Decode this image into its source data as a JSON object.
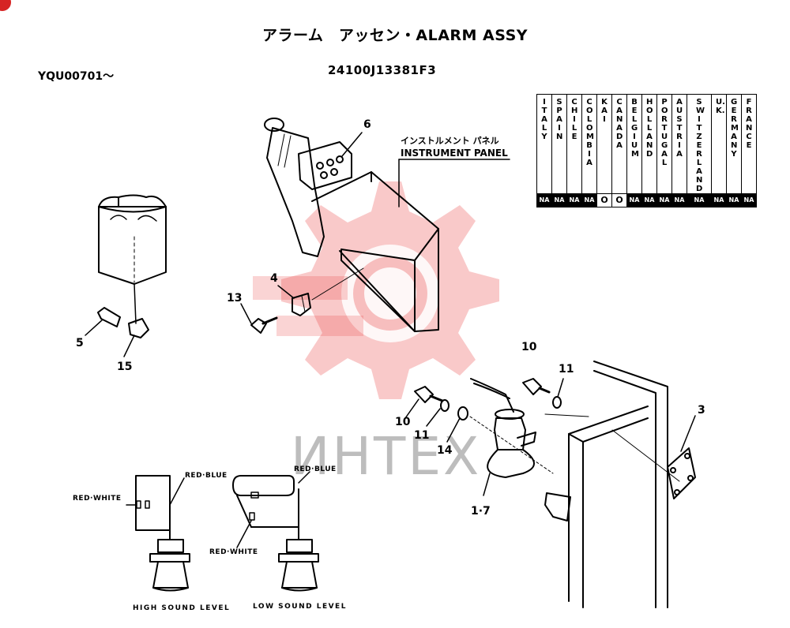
{
  "title": "アラーム　アッセン・ALARM ASSY",
  "serial": "YQU00701～",
  "part_number": "24100J13381F3",
  "panel_label_jp": "インストルメント パネル",
  "panel_label_en": "INSTRUMENT PANEL",
  "callouts": [
    "6",
    "4",
    "13",
    "5",
    "15",
    "10",
    "11",
    "10",
    "11",
    "14",
    "3",
    "1·7"
  ],
  "countries": [
    {
      "name": "ITALY",
      "mark": "NA"
    },
    {
      "name": "SPAIN",
      "mark": "NA"
    },
    {
      "name": "CHILE",
      "mark": "NA"
    },
    {
      "name": "COLOMBIA",
      "mark": "NA"
    },
    {
      "name": "KAI",
      "mark": "O"
    },
    {
      "name": "CANADA",
      "mark": "O"
    },
    {
      "name": "BELGIUM",
      "mark": "NA"
    },
    {
      "name": "HOLLAND",
      "mark": "NA"
    },
    {
      "name": "PORTUGAL",
      "mark": "NA"
    },
    {
      "name": "AUSTRIA",
      "mark": "NA"
    },
    {
      "name": "SWITZERLAND",
      "mark": "NA"
    },
    {
      "name": "U.K.",
      "mark": "NA"
    },
    {
      "name": "GERMANY",
      "mark": "NA"
    },
    {
      "name": "FRANCE",
      "mark": "NA"
    }
  ],
  "wiring": {
    "red_blue_1": "RED·BLUE",
    "red_white_1": "RED·WHITE",
    "red_blue_2": "RED·BLUE",
    "red_white_2": "RED·WHITE",
    "high_caption": "HIGH SOUND LEVEL",
    "low_caption": "LOW SOUND LEVEL"
  },
  "watermark": "ИНТЕХ",
  "colors": {
    "watermark_red": "#e83c3c",
    "watermark_gray": "#bdbdbd",
    "line": "#000000"
  }
}
